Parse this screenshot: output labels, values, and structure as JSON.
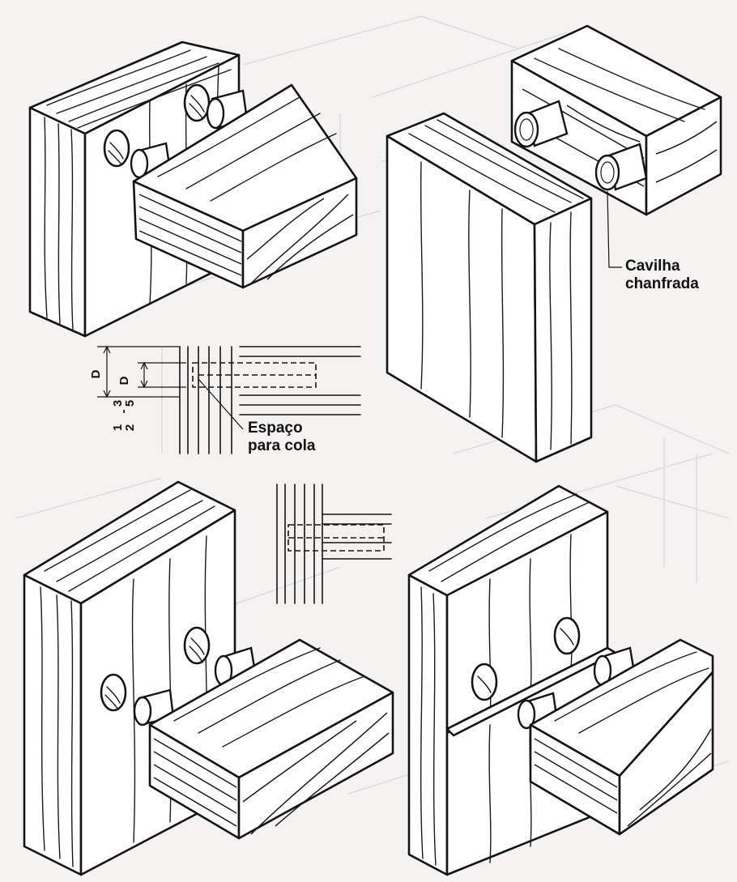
{
  "labels": {
    "dowel_chamfered_line1": "Cavilha",
    "dowel_chamfered_line2": "chanfrada",
    "glue_space_line1": "Espaço",
    "glue_space_line2": "para cola"
  },
  "dimensions": {
    "depth_symbol": "D",
    "fraction_a_num": "1",
    "fraction_a_den": "2",
    "fraction_sep": "-",
    "fraction_b_num": "3",
    "fraction_b_den": "5",
    "fraction_b_symbol": "D"
  },
  "colors": {
    "ink": "#141414",
    "paper": "#f4f3f1",
    "wood_face": "#ffffff"
  }
}
